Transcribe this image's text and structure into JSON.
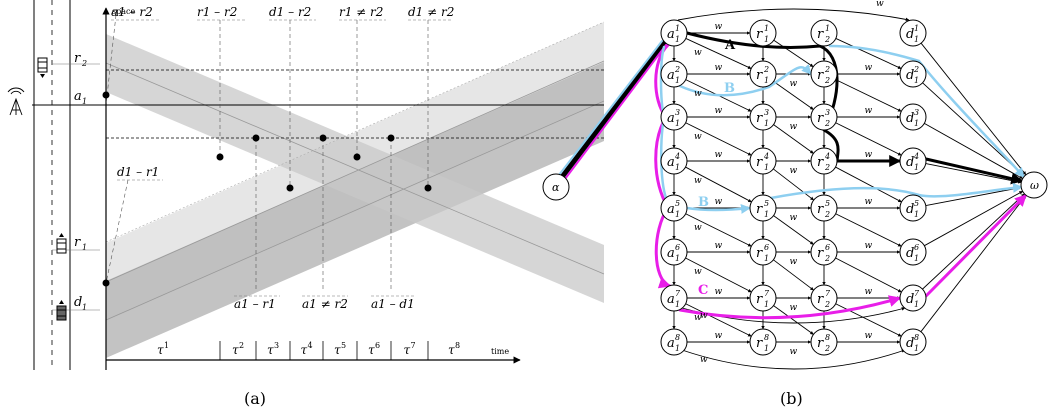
{
  "panel_a": {
    "caption": "(a)",
    "axis_y": "space",
    "axis_x": "time",
    "space_labels": [
      {
        "id": "r2",
        "base": "r",
        "sub": "2"
      },
      {
        "id": "a1",
        "base": "a",
        "sub": "1"
      },
      {
        "id": "r1",
        "base": "r",
        "sub": "1"
      },
      {
        "id": "d1",
        "base": "d",
        "sub": "1"
      }
    ],
    "event_labels_top": [
      {
        "id": "a1-r2",
        "text": "a1 – r2"
      },
      {
        "id": "r1-r2",
        "text": "r1 – r2"
      },
      {
        "id": "d1-r2",
        "text": "d1 – r2"
      },
      {
        "id": "r1nr2",
        "text": "r1 ≠ r2"
      },
      {
        "id": "d1nr2",
        "text": "d1 ≠ r2"
      }
    ],
    "event_label_mid": {
      "id": "d1-r1",
      "text": "d1 – r1"
    },
    "event_labels_bottom": [
      {
        "id": "a1-r1",
        "text": "a1 – r1"
      },
      {
        "id": "a1nr2",
        "text": "a1 ≠ r2"
      },
      {
        "id": "a1-d1",
        "text": "a1 – d1"
      }
    ],
    "intervals": [
      {
        "base": "τ",
        "sup": "1"
      },
      {
        "base": "τ",
        "sup": "2"
      },
      {
        "base": "τ",
        "sup": "3"
      },
      {
        "base": "τ",
        "sup": "4"
      },
      {
        "base": "τ",
        "sup": "5"
      },
      {
        "base": "τ",
        "sup": "6"
      },
      {
        "base": "τ",
        "sup": "7"
      },
      {
        "base": "τ",
        "sup": "8"
      }
    ]
  },
  "panel_b": {
    "caption": "(b)",
    "source": "α",
    "sink": "ω",
    "edge_weight": "w",
    "path_labels": [
      {
        "id": "A",
        "text": "A",
        "color": "#000000"
      },
      {
        "id": "B1",
        "text": "B",
        "color": "#8ecff0"
      },
      {
        "id": "B2",
        "text": "B",
        "color": "#8ecff0"
      },
      {
        "id": "C",
        "text": "C",
        "color": "#e81ee8"
      }
    ],
    "columns": [
      {
        "base": "a",
        "sub": "1"
      },
      {
        "base": "r",
        "sub": "1"
      },
      {
        "base": "r",
        "sub": "2"
      },
      {
        "base": "d",
        "sub": "1"
      }
    ],
    "rows": [
      "1",
      "2",
      "3",
      "4",
      "5",
      "6",
      "7",
      "8"
    ],
    "colors": {
      "black": "#000000",
      "blue": "#8ecff0",
      "magenta": "#e81ee8"
    }
  }
}
